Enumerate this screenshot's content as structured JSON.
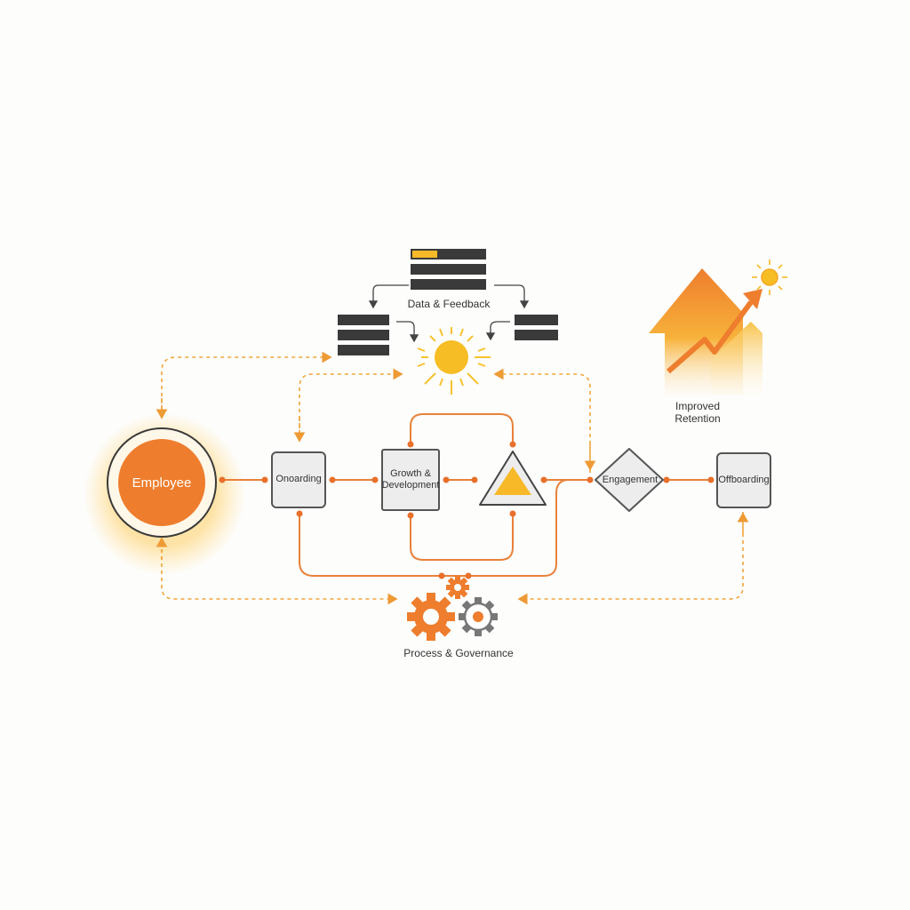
{
  "labels": {
    "employee": "Employee",
    "onboarding": "Onoarding",
    "growth_line1": "Growth &",
    "growth_line2": "Development",
    "engagement": "Engagement",
    "offboarding": "Offboarding",
    "data_feedback": "Data & Feedback",
    "process_governance": "Process & Governance",
    "retention_line1": "Improved",
    "retention_line2": "Retention"
  },
  "colors": {
    "accent_orange": "#ee7d2d",
    "accent_yellow": "#f7b928",
    "dark": "#3a3a3a",
    "box_fill": "#ededed"
  },
  "icons": [
    "sun-icon",
    "data-bars-icon",
    "gears-icon",
    "growth-arrow-icon",
    "triangle-icon"
  ]
}
